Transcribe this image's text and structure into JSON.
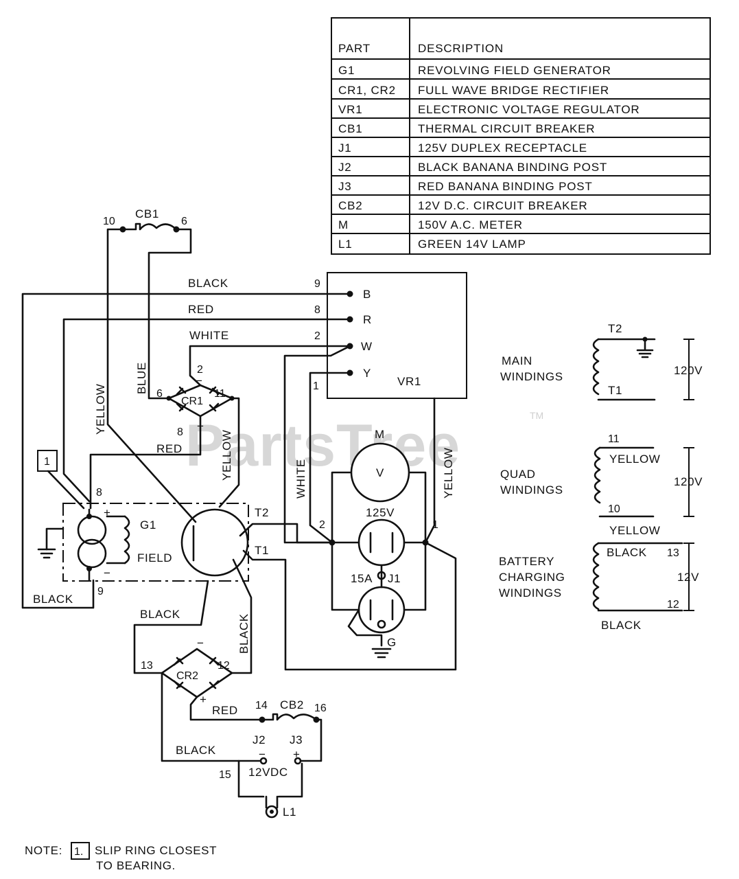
{
  "parts_table": {
    "header": {
      "part": "PART",
      "description": "DESCRIPTION"
    },
    "rows": [
      {
        "part": "G1",
        "description": "REVOLVING FIELD GENERATOR"
      },
      {
        "part": "CR1, CR2",
        "description": "FULL WAVE BRIDGE RECTIFIER"
      },
      {
        "part": "VR1",
        "description": "ELECTRONIC VOLTAGE REGULATOR"
      },
      {
        "part": "CB1",
        "description": "THERMAL CIRCUIT BREAKER"
      },
      {
        "part": "J1",
        "description": "125V DUPLEX RECEPTACLE"
      },
      {
        "part": "J2",
        "description": "BLACK BANANA BINDING POST"
      },
      {
        "part": "J3",
        "description": "RED BANANA BINDING POST"
      },
      {
        "part": "CB2",
        "description": "12V D.C. CIRCUIT BREAKER"
      },
      {
        "part": "M",
        "description": "150V A.C. METER"
      },
      {
        "part": "L1",
        "description": "GREEN 14V LAMP"
      }
    ]
  },
  "watermark": {
    "text": "PartsTree",
    "tm": "TM"
  },
  "labels": {
    "cb1": "CB1",
    "cb1_left": "10",
    "cb1_right": "6",
    "black": "BLACK",
    "red": "RED",
    "white": "WHITE",
    "blue": "BLUE",
    "yellow": "YELLOW",
    "n9": "9",
    "n8": "8",
    "n2": "2",
    "n1": "1",
    "n6": "6",
    "n11": "11",
    "n10": "10",
    "n12": "12",
    "n13": "13",
    "n14": "14",
    "n15": "15",
    "n16": "16",
    "vr1": "VR1",
    "term_b": "B",
    "term_r": "R",
    "term_w": "W",
    "term_y": "Y",
    "cr1": "CR1",
    "cr2": "CR2",
    "plus": "+",
    "minus": "−",
    "g1": "G1",
    "field": "FIELD",
    "t1": "T1",
    "t2": "T2",
    "meter_m": "M",
    "meter_v": "V",
    "v125": "125V",
    "a15": "15A",
    "j1": "J1",
    "g": "G",
    "cb2": "CB2",
    "j2": "J2",
    "j3": "J3",
    "v12dc": "12VDC",
    "l1": "L1",
    "slip_ring_box": "1"
  },
  "windings": {
    "main": {
      "title_line1": "MAIN",
      "title_line2": "WINDINGS",
      "top": "T2",
      "bottom": "T1",
      "voltage": "120V"
    },
    "quad": {
      "title_line1": "QUAD",
      "title_line2": "WINDINGS",
      "top_num": "11",
      "top_color": "YELLOW",
      "bottom_num": "10",
      "bottom_color": "YELLOW",
      "voltage": "120V"
    },
    "battery": {
      "title_line1": "BATTERY",
      "title_line2": "CHARGING",
      "title_line3": "WINDINGS",
      "top_color": "BLACK",
      "top_num": "13",
      "bottom_num": "12",
      "bottom_color": "BLACK",
      "voltage": "12V"
    }
  },
  "note": {
    "prefix": "NOTE:",
    "box": "1.",
    "line1": "SLIP RING CLOSEST",
    "line2": "TO BEARING."
  }
}
